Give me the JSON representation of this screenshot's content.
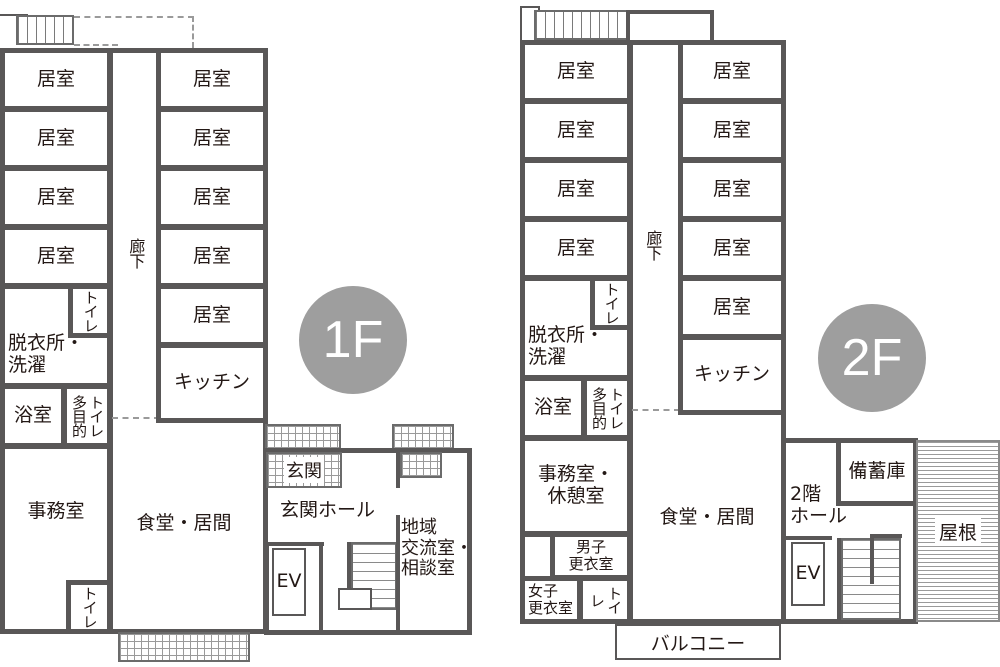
{
  "floor1": {
    "badge": "1F",
    "rooms": {
      "left_rooms": [
        "居室",
        "居室",
        "居室",
        "居室"
      ],
      "right_rooms": [
        "居室",
        "居室",
        "居室",
        "居室",
        "居室"
      ],
      "corridor": "廊下",
      "kitchen": "キッチン",
      "toilet_upper": "トイレ",
      "dressing": "脱衣所・\n洗濯",
      "bath": "浴室",
      "multi_toilet_a": "トイレ",
      "multi_toilet_b": "多目的",
      "office": "事務室",
      "toilet_office": "トイレ",
      "dining": "食堂・居間",
      "entrance": "玄関",
      "entrance_hall": "玄関ホール",
      "ev": "EV",
      "community": "地域\n交流室・\n相談室"
    }
  },
  "floor2": {
    "badge": "2F",
    "rooms": {
      "left_rooms": [
        "居室",
        "居室",
        "居室",
        "居室"
      ],
      "right_rooms": [
        "居室",
        "居室",
        "居室",
        "居室",
        "居室"
      ],
      "corridor": "廊下",
      "kitchen": "キッチン",
      "toilet_upper": "トイレ",
      "dressing": "脱衣所・\n洗濯",
      "bath": "浴室",
      "multi_toilet_a": "トイレ",
      "multi_toilet_b": "多目的",
      "office": "事務室・\n休憩室",
      "men_locker": "男子\n更衣室",
      "women_locker": "女子\n更衣室",
      "toilet_lower": "トイレ",
      "dining": "食堂・居間",
      "hall": "2階\nホール",
      "storage": "備蓄庫",
      "ev": "EV",
      "roof": "屋根",
      "balcony": "バルコニー"
    }
  },
  "colors": {
    "wall": "#595757",
    "badge": "#9e9e9e",
    "text": "#231815"
  }
}
